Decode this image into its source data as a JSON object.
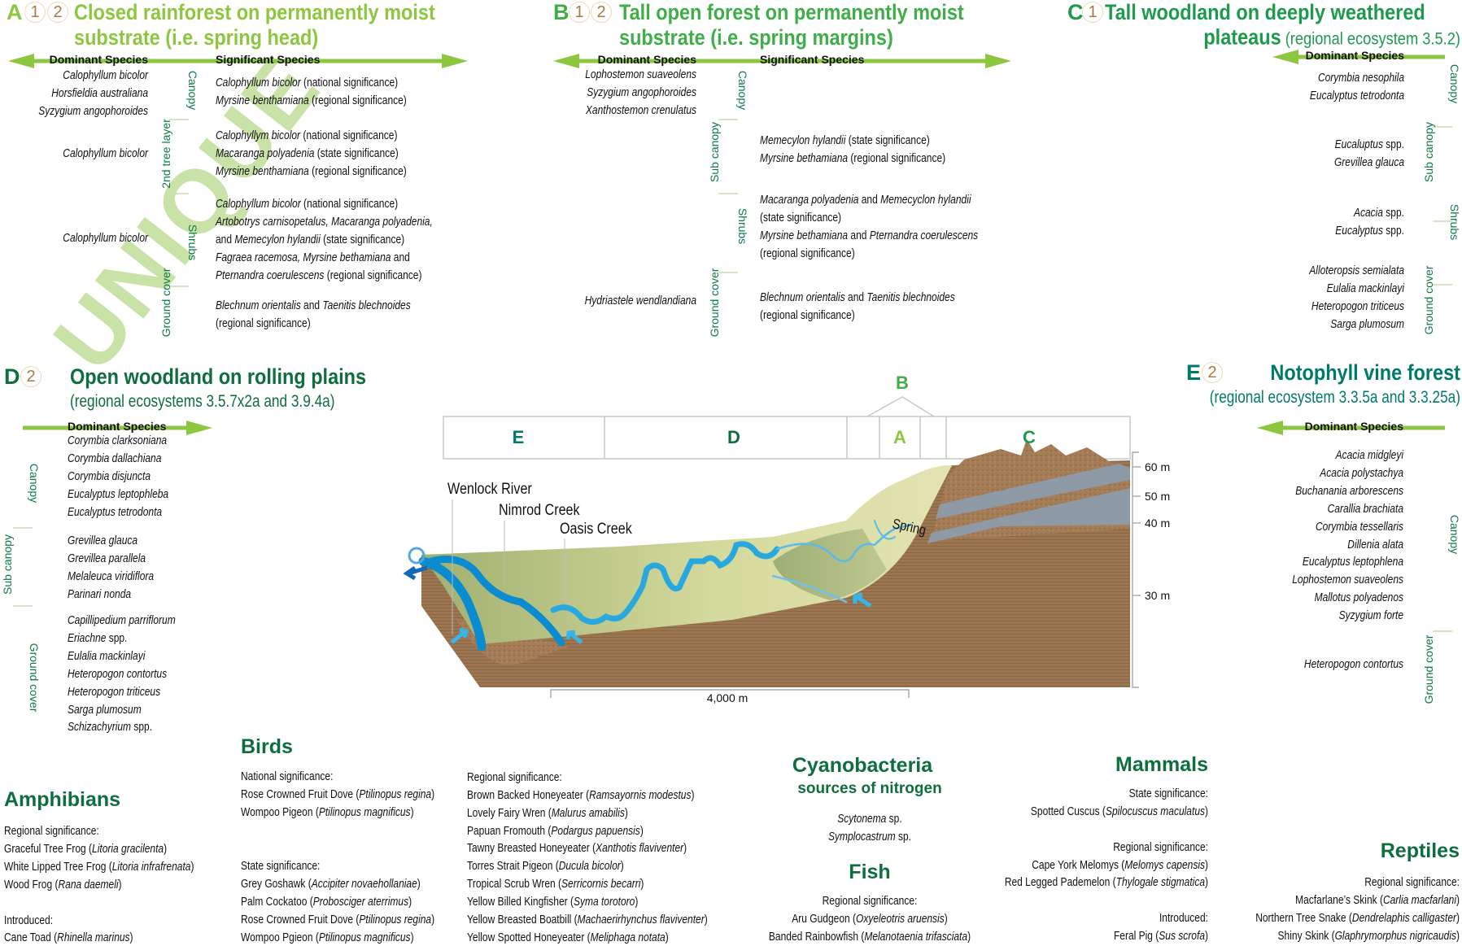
{
  "watermark": "UNIQUE",
  "colors": {
    "light_green": "#8dc63f",
    "mid_green": "#3fae49",
    "green": "#1e9a4d",
    "dark_green": "#0e6e3c",
    "teal": "#007a68",
    "water": "#1e9ad6",
    "soil": "#9c7651",
    "badge": "#a87b45"
  },
  "sections": [
    {
      "letter": "A",
      "badges": [
        "1",
        "2"
      ],
      "title": [
        [
          "Closed rainforest on permanently moist"
        ],
        [
          "substrate (i.e. spring head)"
        ]
      ],
      "dominant_header": "Dominant Species",
      "significant_header": "Significant Species",
      "layers": [
        "Canopy",
        "2nd tree layer",
        "Shrubs",
        "Ground cover"
      ],
      "dominant": [
        [
          [
            {
              "i": "Calophyllum bicolor"
            }
          ],
          [
            {
              "i": "Horsfieldia australiana"
            }
          ],
          [
            {
              "i": "Syzygium angophoroides"
            }
          ]
        ],
        [
          [
            {
              "i": "Calophyllum bicolor"
            }
          ]
        ],
        [
          [
            {
              "i": "Calophyllum bicolor"
            }
          ]
        ],
        []
      ],
      "significant": [
        [
          [
            {
              "i": "Calophyllum bicolor"
            },
            " (national significance)"
          ],
          [
            {
              "i": "Myrsine benthamiana"
            },
            " (regional significance)"
          ]
        ],
        [
          [
            {
              "i": "Calophyllym bicolor"
            },
            " (national significance)"
          ],
          [
            {
              "i": "Macaranga polyadenia"
            },
            " (state significance)"
          ],
          [
            {
              "i": "Myrsine benthamiana"
            },
            " (regional significance)"
          ]
        ],
        [
          [
            {
              "i": "Calophyllum bicolor"
            },
            " (national significance)"
          ],
          [
            {
              "i": "Artobotrys carnisopetalus, Macaranga polyadenia,"
            }
          ],
          [
            "and ",
            {
              "i": "Memecylon hylandii"
            },
            " (state significance)"
          ],
          [
            {
              "i": "Fagraea racemosa, Myrsine bethamiana"
            },
            " and"
          ],
          [
            {
              "i": "Pternandra coerulescens"
            },
            "  (regional significance)"
          ]
        ],
        [
          [
            {
              "i": "Blechnum orientalis"
            },
            " and ",
            {
              "i": "Taenitis blechnoides"
            }
          ],
          [
            "(regional significance)"
          ]
        ]
      ]
    },
    {
      "letter": "B",
      "badges": [
        "1",
        "2"
      ],
      "title": [
        [
          "Tall open forest on permanently moist"
        ],
        [
          "substrate (i.e. spring margins)"
        ]
      ],
      "dominant_header": "Dominant Species",
      "significant_header": "Significant Species",
      "layers": [
        "Canopy",
        "Sub canopy",
        "Shrubs",
        "Ground cover"
      ],
      "dominant": [
        [
          [
            {
              "i": "Lophostemon suaveolens"
            }
          ],
          [
            {
              "i": "Syzygium angophoroides"
            }
          ],
          [
            {
              "i": "Xanthostemon crenulatus"
            }
          ]
        ],
        [],
        [],
        [
          [
            {
              "i": "Hydriastele wendlandiana"
            }
          ]
        ]
      ],
      "significant": [
        [],
        [
          [
            {
              "i": "Memecylon hylandii"
            },
            " (state significance)"
          ],
          [
            {
              "i": "Myrsine bethamiana"
            },
            " (regional significance)"
          ]
        ],
        [
          [
            {
              "i": "Macaranga polyadenia"
            },
            " and ",
            {
              "i": "Memecyclon hylandii"
            }
          ],
          [
            "(state significance)"
          ],
          [
            {
              "i": "Myrsine bethamiana"
            },
            " and ",
            {
              "i": "Pternandra coerulescens"
            }
          ],
          [
            "(regional significance)"
          ]
        ],
        [
          [
            {
              "i": "Blechnum orientalis"
            },
            " and ",
            {
              "i": "Taenitis blechnoides"
            }
          ],
          [
            "(regional significance)"
          ]
        ]
      ]
    },
    {
      "letter": "C",
      "badges": [
        "1"
      ],
      "title": [
        [
          "Tall woodland on deeply weathered"
        ],
        [
          {
            "b": "plateaus"
          },
          " (regional ecosystem 3.5.2)"
        ]
      ],
      "dominant_header": "Dominant Species",
      "layers": [
        "Canopy",
        "Sub canopy",
        "Shrubs",
        "Ground cover"
      ],
      "dominant": [
        [
          [
            {
              "i": "Corymbia nesophila"
            }
          ],
          [
            {
              "i": "Eucalyptus tetrodonta"
            }
          ]
        ],
        [
          [
            {
              "i": "Eucaluptus"
            },
            " spp."
          ],
          [
            {
              "i": "Grevillea glauca"
            }
          ]
        ],
        [
          [
            {
              "i": "Acacia"
            },
            " spp."
          ],
          [
            {
              "i": "Eucalyptus"
            },
            " spp."
          ]
        ],
        [
          [
            {
              "i": "Alloteropsis semialata"
            }
          ],
          [
            {
              "i": "Eulalia mackinlayi"
            }
          ],
          [
            {
              "i": "Heteropogon triticeus"
            }
          ],
          [
            {
              "i": "Sarga plumosum"
            }
          ]
        ]
      ]
    },
    {
      "letter": "D",
      "badges": [
        "2"
      ],
      "title": [
        [
          "Open woodland on rolling plains"
        ]
      ],
      "subtitle": "(regional ecosystems 3.5.7x2a and 3.9.4a)",
      "dominant_header": "Dominant Species",
      "layers": [
        "Canopy",
        "Sub canopy",
        "Ground cover"
      ],
      "dominant": [
        [
          [
            {
              "i": "Corymbia clarksoniana"
            }
          ],
          [
            {
              "i": "Corymbia dallachiana"
            }
          ],
          [
            {
              "i": "Corymbia disjuncta"
            }
          ],
          [
            {
              "i": "Eucalyptus leptophleba"
            }
          ],
          [
            {
              "i": "Eucalyptus tetrodonta"
            }
          ]
        ],
        [
          [
            {
              "i": "Grevillea glauca"
            }
          ],
          [
            {
              "i": "Grevillea parallela"
            }
          ],
          [
            {
              "i": "Melaleuca viridiflora"
            }
          ],
          [
            {
              "i": "Parinari nonda"
            }
          ]
        ],
        [
          [
            {
              "i": "Capillipedium parriflorum"
            }
          ],
          [
            {
              "i": "Eriachne"
            },
            " spp."
          ],
          [
            {
              "i": "Eulalia mackinlayi"
            }
          ],
          [
            {
              "i": "Heteropogon contortus"
            }
          ],
          [
            {
              "i": "Heteropogon triticeus"
            }
          ],
          [
            {
              "i": "Sarga plumosum"
            }
          ],
          [
            {
              "i": "Schizachyrium"
            },
            " spp."
          ]
        ]
      ]
    },
    {
      "letter": "E",
      "badges": [
        "2"
      ],
      "title": [
        [
          "Notophyll vine forest"
        ]
      ],
      "subtitle": "(regional ecosystem 3.3.5a and 3.3.25a)",
      "dominant_header": "Dominant Species",
      "layers": [
        "Canopy",
        "Ground cover"
      ],
      "dominant": [
        [
          [
            {
              "i": "Acacia midgleyi"
            }
          ],
          [
            {
              "i": "Acacia polystachya"
            }
          ],
          [
            {
              "i": "Buchanania arborescens"
            }
          ],
          [
            {
              "i": "Carallia brachiata"
            }
          ],
          [
            {
              "i": "Corymbia tessellaris"
            }
          ],
          [
            {
              "i": "Dillenia alata"
            }
          ],
          [
            {
              "i": "Eucalyptus leptophlena"
            }
          ],
          [
            {
              "i": "Lophostemon suaveolens"
            }
          ],
          [
            {
              "i": "Mallotus polyadenos"
            }
          ],
          [
            {
              "i": "Syzygium forte"
            }
          ]
        ],
        [
          [
            {
              "i": "Heteropogon contortus"
            }
          ]
        ]
      ]
    }
  ],
  "diagram": {
    "zones": [
      "E",
      "D",
      "A",
      "C"
    ],
    "zone_b": "B",
    "rivers": [
      "Wenlock River",
      "Nimrod Creek",
      "Oasis Creek"
    ],
    "spring": "Spring",
    "elevations": [
      "60 m",
      "50 m",
      "40 m",
      "30 m"
    ],
    "scale": "4,000 m"
  },
  "fauna": [
    {
      "key": "amphibians",
      "title": "Amphibians",
      "lines": [
        "Regional significance:",
        [
          "Graceful Tree Frog (",
          {
            "i": "Litoria gracilenta"
          },
          ")"
        ],
        [
          "White Lipped Tree Frog (",
          {
            "i": "Litoria infrafrenata"
          },
          ")"
        ],
        [
          "Wood Frog (",
          {
            "i": "Rana daemeli"
          },
          ")"
        ],
        "Introduced:",
        [
          "Cane Toad (",
          {
            "i": "Rhinella marinus"
          },
          ")"
        ]
      ]
    },
    {
      "key": "birds",
      "title": "Birds",
      "lines": [
        "National significance:",
        [
          "Rose Crowned Fruit Dove (",
          {
            "i": "Ptilinopus regina"
          },
          ")"
        ],
        [
          "Wompoo Pigeon (",
          {
            "i": "Ptilinopus magnificus"
          },
          ")"
        ],
        "State significance:",
        [
          "Grey Goshawk (",
          {
            "i": "Accipiter novaehollaniae"
          },
          ")"
        ],
        [
          "Palm Cockatoo (",
          {
            "i": "Probosciger aterrimus"
          },
          ")"
        ],
        [
          "Rose Crowned Fruit Dove (",
          {
            "i": "Ptilinopus regina"
          },
          ")"
        ],
        [
          "Wompoo Pgieon (",
          {
            "i": "Ptilinopus magnificus"
          },
          ")"
        ]
      ]
    },
    {
      "key": "birds-regional",
      "lines": [
        "Regional significance:",
        [
          "Brown Backed Honeyeater (",
          {
            "i": "Ramsayornis modestus"
          },
          ")"
        ],
        [
          "Lovely Fairy Wren (",
          {
            "i": "Malurus amabilis"
          },
          ")"
        ],
        [
          "Papuan Fromouth (",
          {
            "i": "Podargus papuensis"
          },
          ")"
        ],
        [
          "Tawny Breasted Honeyeater (",
          {
            "i": "Xanthotis flaviventer"
          },
          ")"
        ],
        [
          "Torres Strait Pigeon (",
          {
            "i": "Ducula bicolor"
          },
          ")"
        ],
        [
          "Tropical Scrub Wren (",
          {
            "i": "Serricornis becarri"
          },
          ")"
        ],
        [
          "Yellow Billed Kingfisher (",
          {
            "i": "Syma torotoro"
          },
          ")"
        ],
        [
          "Yellow Breasted Boatbill (",
          {
            "i": "Machaerirhynchus flaviventer"
          },
          ")"
        ],
        [
          "Yellow Spotted Honeyeater (",
          {
            "i": "Meliphaga notata"
          },
          ")"
        ]
      ]
    },
    {
      "key": "cyanobacteria",
      "title": "Cyanobacteria",
      "subtitle": "sources of nitrogen",
      "lines": [
        [
          {
            "i": "Scytonema"
          },
          " sp."
        ],
        [
          {
            "i": "Symplocastrum"
          },
          " sp."
        ]
      ]
    },
    {
      "key": "fish",
      "title": "Fish",
      "lines": [
        "Regional significance:",
        [
          "Aru Gudgeon (",
          {
            "i": "Oxyeleotris aruensis"
          },
          ")"
        ],
        [
          "Banded Rainbowfish (",
          {
            "i": "Melanotaenia trifasciata"
          },
          ")"
        ]
      ]
    },
    {
      "key": "mammals",
      "title": "Mammals",
      "lines": [
        "State significance:",
        [
          "Spotted Cuscus (",
          {
            "i": "Spilocuscus maculatus"
          },
          ")"
        ],
        "Regional significance:",
        [
          "Cape York Melomys (",
          {
            "i": "Melomys capensis"
          },
          ")"
        ],
        [
          "Red Legged Pademelon (",
          {
            "i": "Thylogale stigmatica"
          },
          ")"
        ],
        "Introduced:",
        [
          "Feral Pig (",
          {
            "i": "Sus scrofa"
          },
          ")"
        ]
      ]
    },
    {
      "key": "reptiles",
      "title": "Reptiles",
      "lines": [
        "Regional significance:",
        [
          "Macfarlane’s Skink (",
          {
            "i": "Carlia macfarlani"
          },
          ")"
        ],
        [
          "Northern Tree Snake (",
          {
            "i": "Dendrelaphis calligaster"
          },
          ")"
        ],
        [
          "Shiny Skink (",
          {
            "i": "Glaphrymorphus nigricaudis"
          },
          ")"
        ]
      ]
    }
  ]
}
